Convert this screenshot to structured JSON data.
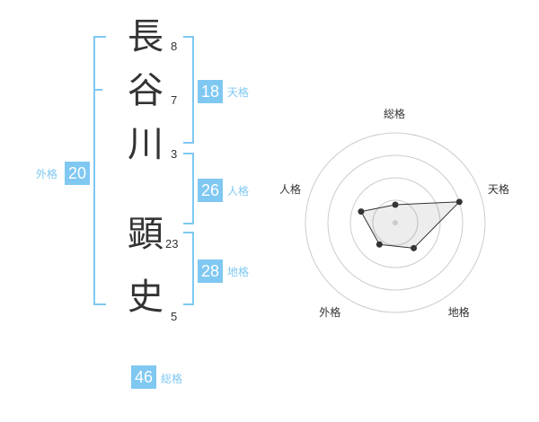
{
  "characters": [
    {
      "char": "長",
      "strokes": "8"
    },
    {
      "char": "谷",
      "strokes": "7"
    },
    {
      "char": "川",
      "strokes": "3"
    },
    {
      "char": "顕",
      "strokes": "23"
    },
    {
      "char": "史",
      "strokes": "5"
    }
  ],
  "kaku": {
    "tenkaku": {
      "value": "18",
      "label": "天格"
    },
    "jinkaku": {
      "value": "26",
      "label": "人格"
    },
    "chikaku": {
      "value": "28",
      "label": "地格"
    },
    "gaikaku": {
      "value": "20",
      "label": "外格"
    },
    "soukaku": {
      "value": "46",
      "label": "総格"
    }
  },
  "colors": {
    "accent": "#7fc8f2",
    "text": "#333333",
    "grid": "#cccccc"
  },
  "chart_data": {
    "type": "radar",
    "axes": [
      "総格",
      "天格",
      "地格",
      "外格",
      "人格"
    ],
    "rings": 4,
    "values": [
      0.2,
      0.75,
      0.35,
      0.3,
      0.4
    ]
  }
}
